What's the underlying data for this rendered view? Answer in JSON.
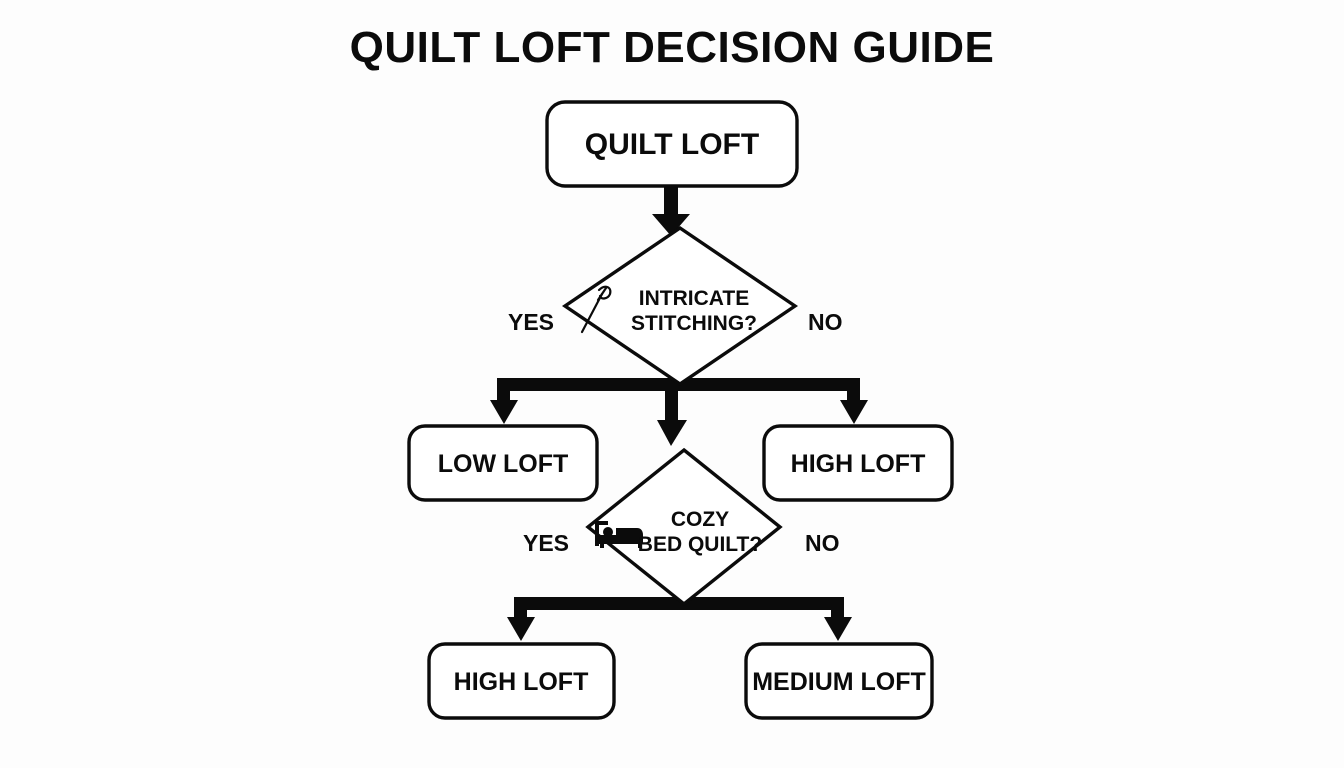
{
  "page": {
    "title": "QUILT LOFT DECISION GUIDE",
    "background_color": "#fdfdfd",
    "ink_color": "#0b0b0b"
  },
  "flowchart": {
    "type": "decision-tree",
    "start": {
      "label": "QUILT LOFT",
      "shape": "rounded-rectangle"
    },
    "decisions": [
      {
        "id": "intricate-stitching",
        "line1": "INTRICATE",
        "line2": "STITCHING?",
        "icon": "needle-and-thread-icon",
        "yes_label": "YES",
        "no_label": "NO",
        "yes_target": "LOW LOFT",
        "no_target": "HIGH LOFT"
      },
      {
        "id": "cozy-bed-quilt",
        "line1": "COZY",
        "line2": "BED QUILT?",
        "icon": "bed-icon",
        "yes_label": "YES",
        "no_label": "NO",
        "yes_target": "HIGH LOFT",
        "no_target": "MEDIUM LOFT"
      }
    ],
    "outcomes": [
      {
        "id": "low-loft",
        "label": "LOW LOFT",
        "row": 1,
        "side": "left"
      },
      {
        "id": "high-loft-top",
        "label": "HIGH LOFT",
        "row": 1,
        "side": "right"
      },
      {
        "id": "high-loft-bottom",
        "label": "HIGH LOFT",
        "row": 2,
        "side": "left"
      },
      {
        "id": "medium-loft",
        "label": "MEDIUM LOFT",
        "row": 2,
        "side": "right"
      }
    ]
  }
}
